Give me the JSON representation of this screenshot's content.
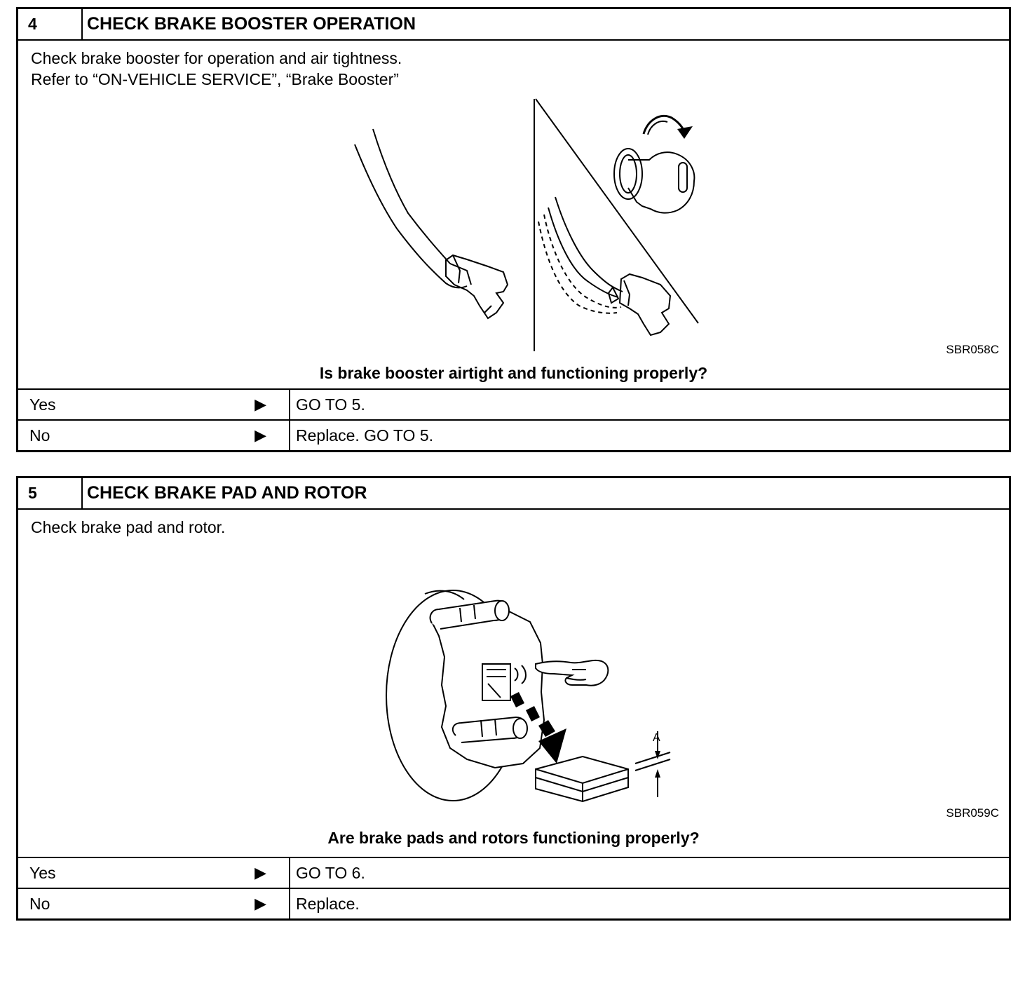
{
  "step4": {
    "number": "4",
    "title": "CHECK BRAKE BOOSTER OPERATION",
    "instructions": [
      "Check brake booster for operation and air tightness.",
      "Refer to “ON-VEHICLE SERVICE”, “Brake Booster”"
    ],
    "figure_id": "SBR058C",
    "question": "Is brake booster airtight and functioning properly?",
    "answers": [
      {
        "label": "Yes",
        "arrow": "▶",
        "action": "GO TO 5."
      },
      {
        "label": "No",
        "arrow": "▶",
        "action": "Replace. GO TO 5."
      }
    ]
  },
  "step5": {
    "number": "5",
    "title": "CHECK BRAKE PAD AND ROTOR",
    "instructions": [
      "Check brake pad and rotor."
    ],
    "figure_id": "SBR059C",
    "figure_label": "A",
    "question": "Are brake pads and rotors functioning properly?",
    "answers": [
      {
        "label": "Yes",
        "arrow": "▶",
        "action": "GO TO 6."
      },
      {
        "label": "No",
        "arrow": "▶",
        "action": "Replace."
      }
    ]
  }
}
